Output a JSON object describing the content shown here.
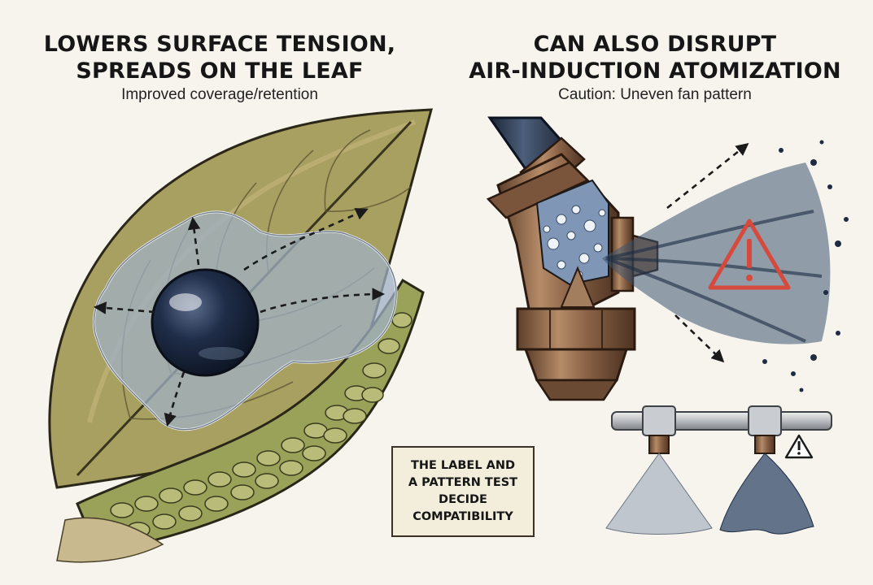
{
  "left_panel": {
    "title_lines": [
      "LOWERS SURFACE TENSION,",
      "SPREADS ON THE LEAF"
    ],
    "subtitle": "Improved coverage/retention"
  },
  "right_panel": {
    "title_lines": [
      "CAN ALSO DISRUPT",
      "AIR-INDUCTION ATOMIZATION"
    ],
    "subtitle": "Caution: Uneven fan pattern"
  },
  "note_box": {
    "lines": [
      "THE LABEL AND",
      "A PATTERN TEST",
      "DECIDE",
      "COMPATIBILITY"
    ]
  },
  "colors": {
    "background": "#f7f4ee",
    "leaf": "#a8a060",
    "droplet": "#1c2a44",
    "brass": "#8a6246",
    "spray": "#3c5370",
    "warning": "#d64a3e"
  },
  "icons": [
    "spreading-arrow-icon",
    "warning-triangle-icon",
    "small-warning-icon"
  ]
}
